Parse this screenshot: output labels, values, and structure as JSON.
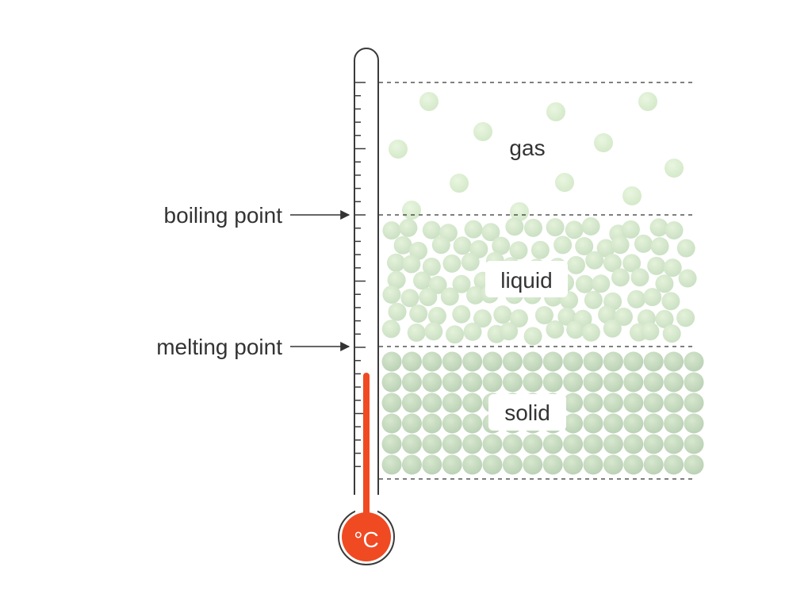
{
  "labels": {
    "boiling_point": "boiling point",
    "melting_point": "melting point",
    "gas": "gas",
    "liquid": "liquid",
    "solid": "solid",
    "unit": "°C"
  },
  "colors": {
    "mercury": "#f04a23",
    "particle_light": "#dcedcf",
    "particle_mid": "#cfe4c6",
    "particle_dark": "#b8d0b3",
    "outline": "#3a3a3a",
    "text": "#333333"
  },
  "state": {
    "phase_shown": "solid",
    "temperature_level_fraction": 0.27
  }
}
